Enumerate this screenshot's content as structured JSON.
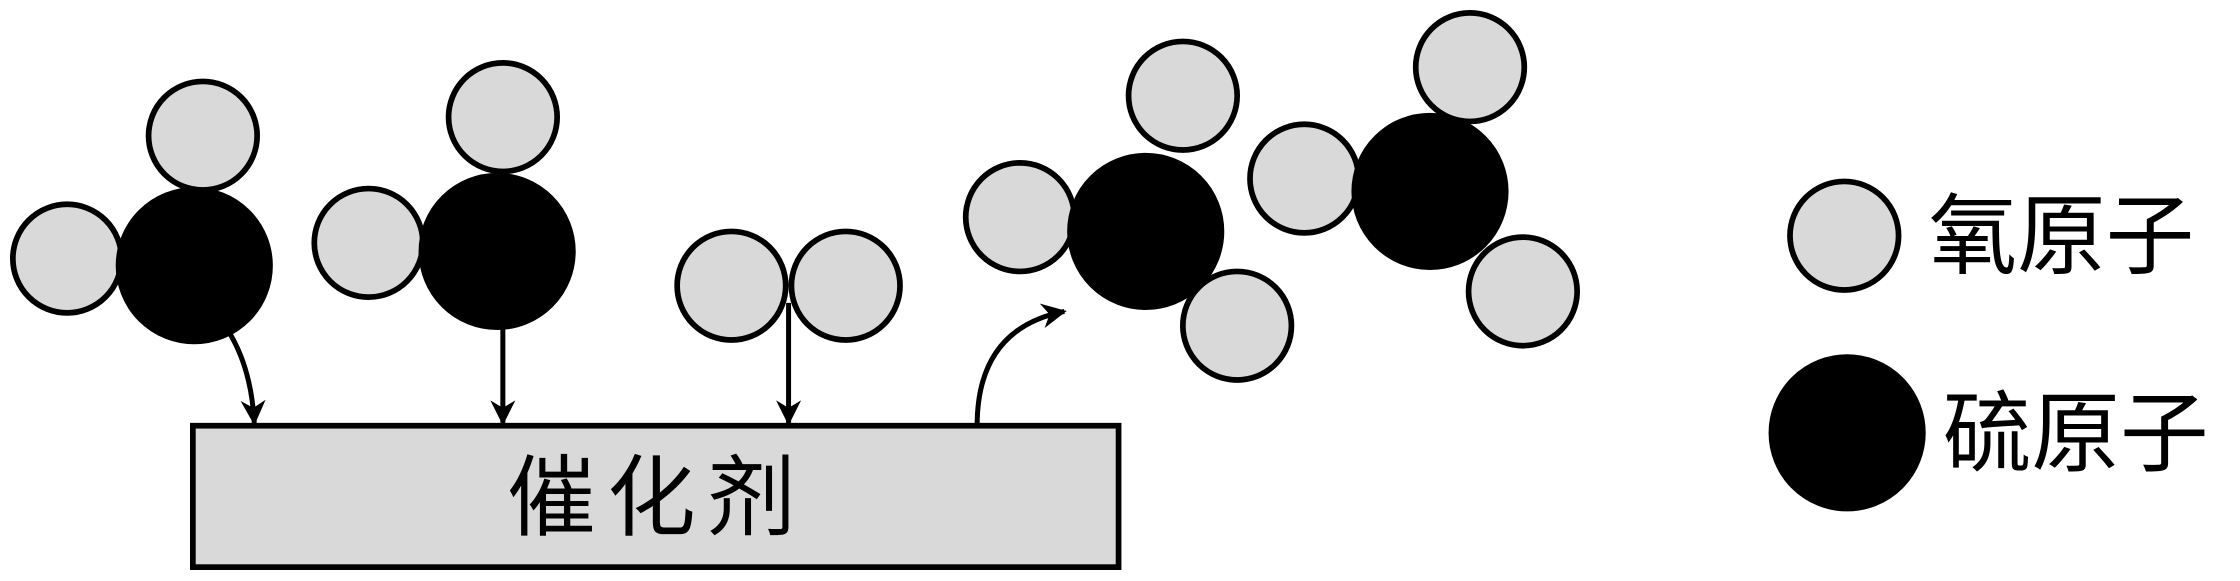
{
  "catalyst": {
    "label": "催化剂"
  },
  "legend": {
    "oxygen": {
      "label": "氧原子",
      "color": "#d9d9d9"
    },
    "sulfur": {
      "label": "硫原子",
      "color": "#000000"
    }
  }
}
